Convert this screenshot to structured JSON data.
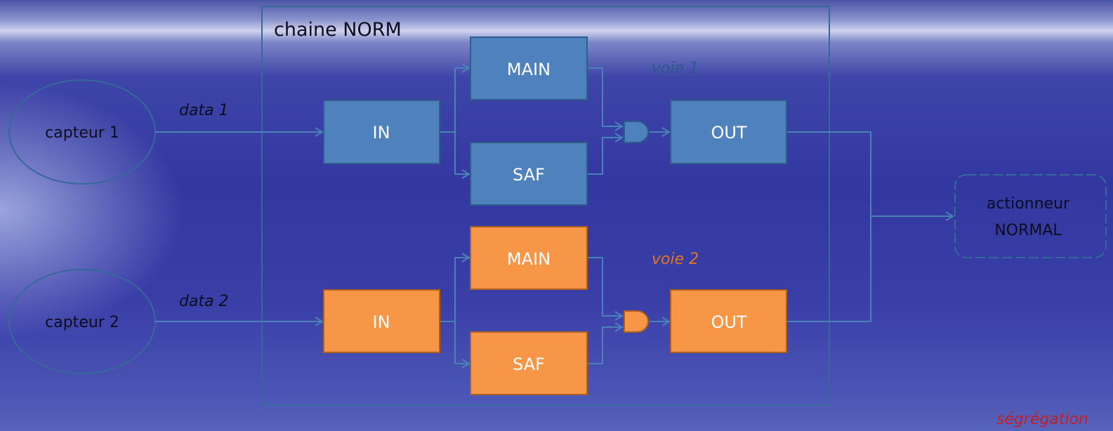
{
  "colors": {
    "blue_box": "#4f81bd",
    "blue_border": "#2f5e8e",
    "orange_box": "#f79646",
    "orange_border": "#b0601e",
    "frame": "#36689a",
    "connector": "#4a82b8",
    "voie1_text": "#2c5789",
    "voie2_text": "#e2751c",
    "segregation_text": "#c0202a"
  },
  "chain": {
    "title": "chaine NORM"
  },
  "sensors": [
    {
      "label": "capteur 1",
      "data_label": "data 1"
    },
    {
      "label": "capteur 2",
      "data_label": "data 2"
    }
  ],
  "lanes": [
    {
      "label": "voie 1",
      "in_label": "IN",
      "main_label": "MAIN",
      "saf_label": "SAF",
      "out_label": "OUT",
      "gate_icon": "and-gate-icon"
    },
    {
      "label": "voie 2",
      "in_label": "IN",
      "main_label": "MAIN",
      "saf_label": "SAF",
      "out_label": "OUT",
      "gate_icon": "and-gate-icon"
    }
  ],
  "actuator": {
    "line1": "actionneur",
    "line2": "NORMAL"
  },
  "footer": {
    "segregation": "ségrégation"
  }
}
